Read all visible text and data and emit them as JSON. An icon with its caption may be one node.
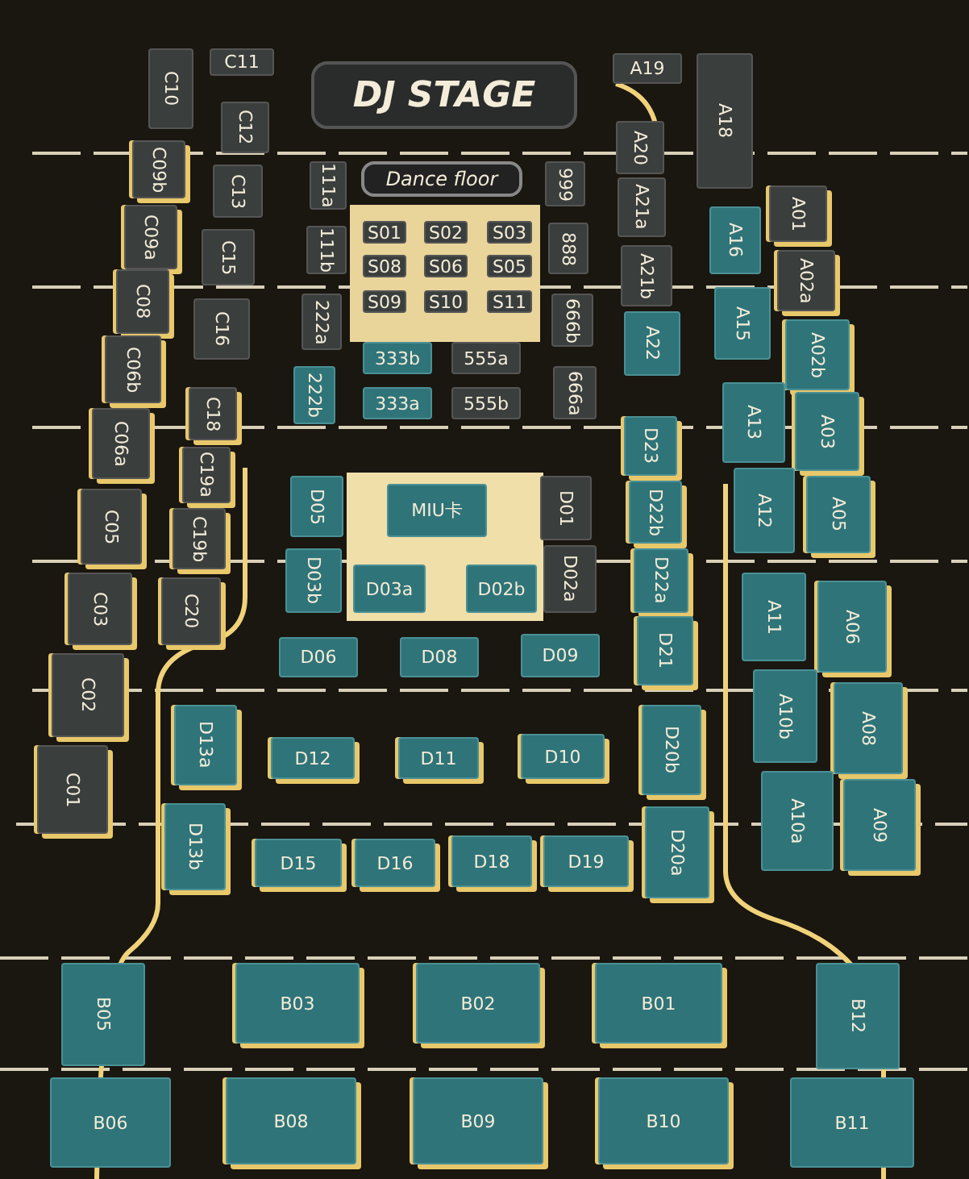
{
  "diagram": {
    "nodes": [
      {
        "text": [
          "DJ STAGE"
        ]
      },
      {
        "text": [
          "C11"
        ]
      },
      {
        "text": [
          "A19"
        ]
      },
      {
        "text": [
          "C10"
        ]
      },
      {
        "text": [
          "A18"
        ]
      },
      {
        "text": [
          "C12"
        ]
      },
      {
        "text": [
          "A20"
        ]
      },
      {
        "text": [
          "Dance floor"
        ]
      },
      {
        "text": [
          "111a"
        ]
      },
      {
        "text": [
          "999"
        ]
      },
      {
        "text": [
          "C09b"
        ]
      },
      {
        "text": [
          "C13"
        ]
      },
      {
        "text": [
          "A21a"
        ]
      },
      {
        "text": [
          "A01"
        ]
      },
      {
        "text": [
          "A16"
        ]
      },
      {
        "text": [
          "C09a"
        ]
      },
      {
        "text": [
          "S01"
        ]
      },
      {
        "text": [
          "S02"
        ]
      },
      {
        "text": [
          "S03"
        ]
      },
      {
        "text": [
          "111b"
        ]
      },
      {
        "text": [
          "888"
        ]
      },
      {
        "text": [
          "C15"
        ]
      },
      {
        "text": [
          "A21b"
        ]
      },
      {
        "text": [
          "A02a"
        ]
      },
      {
        "text": [
          "S08"
        ]
      },
      {
        "text": [
          "S06"
        ]
      },
      {
        "text": [
          "S05"
        ]
      },
      {
        "text": [
          "C08"
        ]
      },
      {
        "text": [
          "A15"
        ]
      },
      {
        "text": [
          "S09"
        ]
      },
      {
        "text": [
          "S10"
        ]
      },
      {
        "text": [
          "S11"
        ]
      },
      {
        "text": [
          "222a"
        ]
      },
      {
        "text": [
          "666b"
        ]
      },
      {
        "text": [
          "C16"
        ]
      },
      {
        "text": [
          "A22"
        ]
      },
      {
        "text": [
          "A02b"
        ]
      },
      {
        "text": [
          "C06b"
        ]
      },
      {
        "text": [
          "333b"
        ]
      },
      {
        "text": [
          "555a"
        ]
      },
      {
        "text": [
          "222b"
        ]
      },
      {
        "text": [
          "666a"
        ]
      },
      {
        "text": [
          "333a"
        ]
      },
      {
        "text": [
          "555b"
        ]
      },
      {
        "text": [
          "A13"
        ]
      },
      {
        "text": [
          "A03"
        ]
      },
      {
        "text": [
          "C18"
        ]
      },
      {
        "text": [
          "C06a"
        ]
      },
      {
        "text": [
          "D23"
        ]
      },
      {
        "text": [
          "C19a"
        ]
      },
      {
        "text": [
          "A12"
        ]
      },
      {
        "text": [
          "A05"
        ]
      },
      {
        "text": [
          "D05"
        ]
      },
      {
        "text": [
          "MIU卡"
        ]
      },
      {
        "text": [
          "D01"
        ]
      },
      {
        "text": [
          "D22b"
        ]
      },
      {
        "text": [
          "C05"
        ]
      },
      {
        "text": [
          "C19b"
        ]
      },
      {
        "text": [
          "D03b"
        ]
      },
      {
        "text": [
          "D03a"
        ]
      },
      {
        "text": [
          "D02b"
        ]
      },
      {
        "text": [
          "D02a"
        ]
      },
      {
        "text": [
          "D22a"
        ]
      },
      {
        "text": [
          "A11"
        ]
      },
      {
        "text": [
          "A06"
        ]
      },
      {
        "text": [
          "C03"
        ]
      },
      {
        "text": [
          "C20"
        ]
      },
      {
        "text": [
          "D21"
        ]
      },
      {
        "text": [
          "D06"
        ]
      },
      {
        "text": [
          "D08"
        ]
      },
      {
        "text": [
          "D09"
        ]
      },
      {
        "text": [
          "C02"
        ]
      },
      {
        "text": [
          "A10b"
        ]
      },
      {
        "text": [
          "A08"
        ]
      },
      {
        "text": [
          "D13a"
        ]
      },
      {
        "text": [
          "D20b"
        ]
      },
      {
        "text": [
          "D12"
        ]
      },
      {
        "text": [
          "D11"
        ]
      },
      {
        "text": [
          "D10"
        ]
      },
      {
        "text": [
          "C01"
        ]
      },
      {
        "text": [
          "A10a"
        ]
      },
      {
        "text": [
          "A09"
        ]
      },
      {
        "text": [
          "D13b"
        ]
      },
      {
        "text": [
          "D15"
        ]
      },
      {
        "text": [
          "D16"
        ]
      },
      {
        "text": [
          "D18"
        ]
      },
      {
        "text": [
          "D19"
        ]
      },
      {
        "text": [
          "D20a"
        ]
      },
      {
        "text": [
          "B05"
        ]
      },
      {
        "text": [
          "B03"
        ]
      },
      {
        "text": [
          "B02"
        ]
      },
      {
        "text": [
          "B01"
        ]
      },
      {
        "text": [
          "B12"
        ]
      },
      {
        "text": [
          "B06"
        ]
      },
      {
        "text": [
          "B08"
        ]
      },
      {
        "text": [
          "B09"
        ]
      },
      {
        "text": [
          "B10"
        ]
      },
      {
        "text": [
          "B11"
        ]
      }
    ]
  }
}
